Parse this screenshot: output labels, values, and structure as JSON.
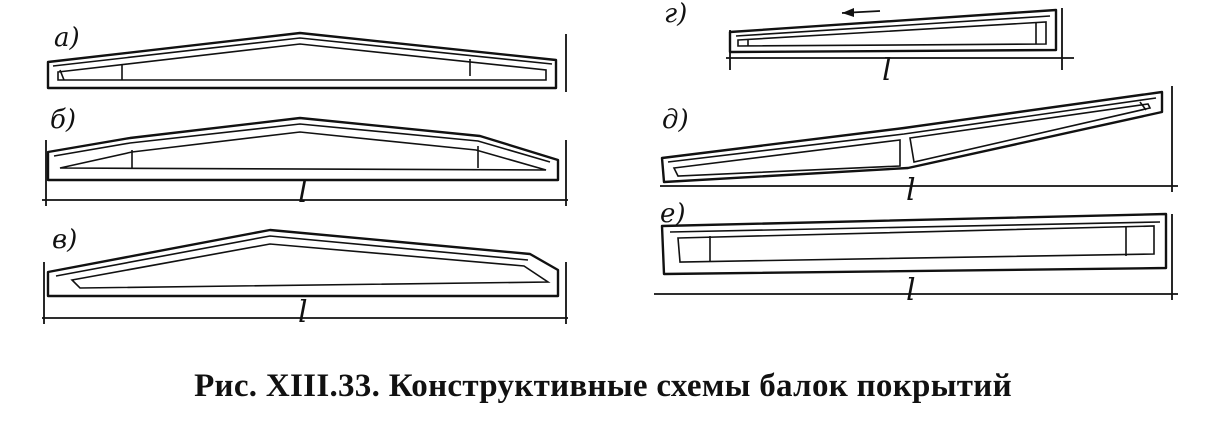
{
  "labels": {
    "a": "а)",
    "b": "б)",
    "v": "в)",
    "g": "г)",
    "d": "д)",
    "e": "е)"
  },
  "dimension_symbol": "l",
  "caption": "Рис. XIII.33. Конструктивные схемы балок покрытий",
  "colors": {
    "ink": "#111111",
    "paper": "#ffffff"
  }
}
